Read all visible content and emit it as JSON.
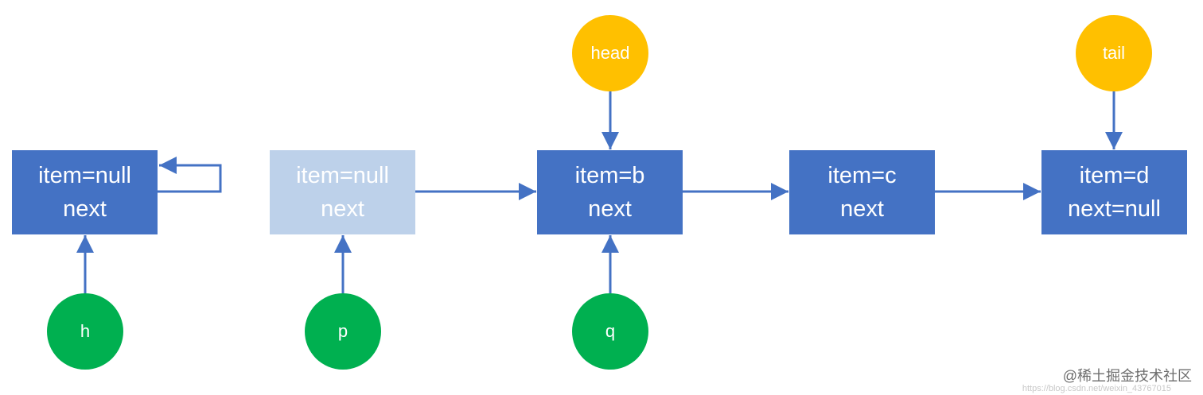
{
  "nodes": [
    {
      "item": "item=null",
      "next": "next",
      "faded": false
    },
    {
      "item": "item=null",
      "next": "next",
      "faded": true
    },
    {
      "item": "item=b",
      "next": "next",
      "faded": false
    },
    {
      "item": "item=c",
      "next": "next",
      "faded": false
    },
    {
      "item": "item=d",
      "next": "next=null",
      "faded": false
    }
  ],
  "pointers_top": [
    {
      "label": "head",
      "target": "node-b",
      "color": "#ffc000"
    },
    {
      "label": "tail",
      "target": "node-d",
      "color": "#ffc000"
    }
  ],
  "pointers_bottom": [
    {
      "label": "h",
      "target": "node-null-1",
      "color": "#00b050"
    },
    {
      "label": "p",
      "target": "node-null-2",
      "color": "#00b050"
    },
    {
      "label": "q",
      "target": "node-b",
      "color": "#00b050"
    }
  ],
  "colors": {
    "node": "#4472c4",
    "node_faded": "#bdd1ea",
    "arrow": "#4472c4"
  },
  "watermark": "@稀土掘金技术社区",
  "url_watermark": "https://blog.csdn.net/weixin_43767015"
}
